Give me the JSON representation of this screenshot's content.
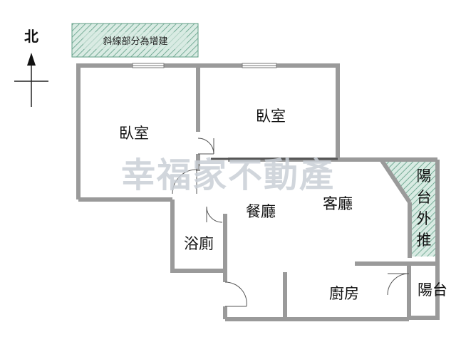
{
  "compass": {
    "label": "北"
  },
  "legend": {
    "label": "斜線部分為增建"
  },
  "rooms": {
    "bedroom_west": "臥室",
    "bedroom_east": "臥室",
    "dining": "餐廳",
    "living": "客廳",
    "bathroom": "浴廁",
    "kitchen": "廚房",
    "balcony": "陽台",
    "balcony_extension": [
      "陽",
      "台",
      "外",
      "推"
    ]
  },
  "watermark": {
    "text": "幸福家不動產"
  },
  "colors": {
    "wall": "#9a9a9a",
    "wall_dark": "#555555",
    "hatch_fill": "#d9ebe3",
    "hatch_line": "#5f9e86",
    "watermark": "#c9cfd6"
  }
}
